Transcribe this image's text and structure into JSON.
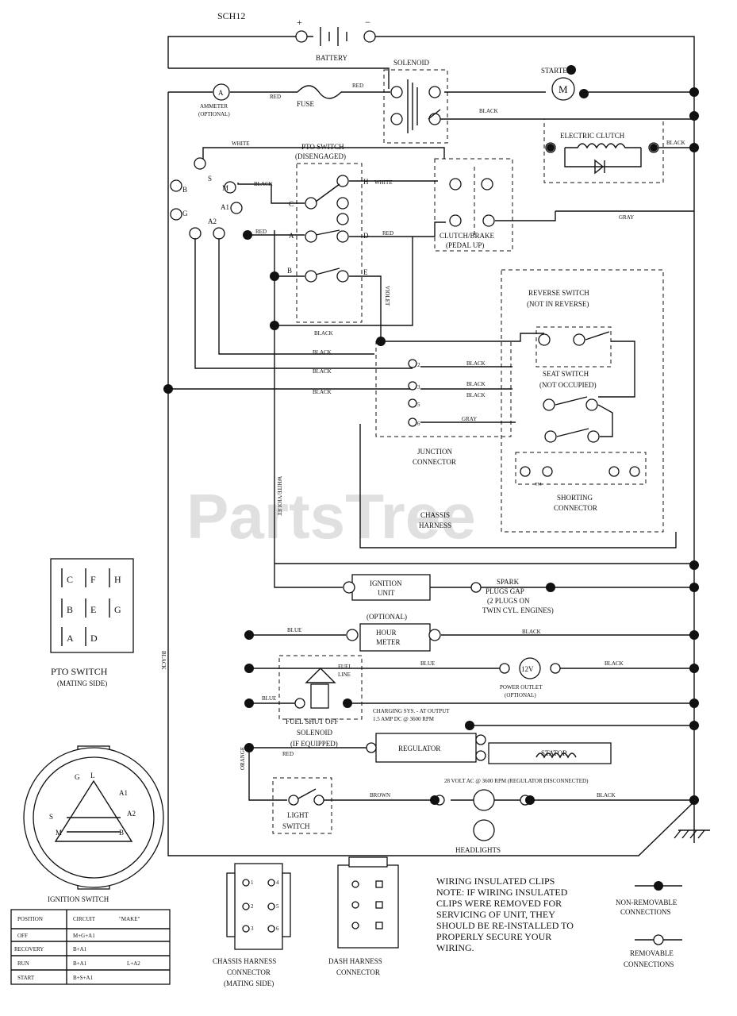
{
  "diagram_id": "SCH12",
  "watermark": "PartsTree",
  "watermark_tm": "™",
  "components": {
    "battery": {
      "label": "BATTERY",
      "plus": "+",
      "minus": "−"
    },
    "solenoid": "SOLENOID",
    "starter": {
      "label": "STARTER",
      "symbol": "M"
    },
    "ammeter": {
      "label": "AMMETER",
      "note": "(OPTIONAL)",
      "symbol": "A"
    },
    "fuse": "FUSE",
    "electric_clutch": "ELECTRIC CLUTCH",
    "pto_switch": {
      "label": "PTO SWITCH",
      "note": "(DISENGAGED)"
    },
    "clutch_brake": {
      "label": "CLUTCH/BRAKE",
      "note": "(PEDAL UP)"
    },
    "reverse_switch": {
      "label": "REVERSE SWITCH",
      "note": "(NOT IN REVERSE)"
    },
    "seat_switch": {
      "label": "SEAT SWITCH",
      "note": "(NOT OCCUPIED)"
    },
    "junction_connector": {
      "line1": "JUNCTION",
      "line2": "CONNECTOR"
    },
    "chassis_harness": {
      "line1": "CHASSIS",
      "line2": "HARNESS"
    },
    "shorting_connector": {
      "line1": "SHORTING",
      "line2": "CONNECTOR"
    },
    "ignition_unit": {
      "line1": "IGNITION",
      "line2": "UNIT"
    },
    "spark_plugs": {
      "line1": "SPARK",
      "line2": "PLUGS GAP",
      "line3": "(2 PLUGS ON",
      "line4": "TWIN CYL. ENGINES)"
    },
    "hour_meter": {
      "note": "(OPTIONAL)",
      "line1": "HOUR",
      "line2": "METER"
    },
    "fuel_line": {
      "line1": "FUEL",
      "line2": "LINE"
    },
    "power_outlet": {
      "symbol": "12V",
      "line1": "POWER OUTLET",
      "line2": "(OPTIONAL)"
    },
    "fuel_shutoff": {
      "line1": "FUEL SHUT OFF",
      "line2": "SOLENOID",
      "line3": "(IF EQUIPPED)"
    },
    "charging": {
      "line1": "CHARGING SYS. - AT OUTPUT",
      "line2": "1.5 AMP DC @ 3600 RPM"
    },
    "regulator": "REGULATOR",
    "stator": "STATOR",
    "volt_ac": "28 VOLT AC @ 3600 RPM (REGULATOR DISCONNECTED)",
    "light_switch": {
      "line1": "LIGHT",
      "line2": "SWITCH"
    },
    "headlights": "HEADLIGHTS",
    "pins_pto": {
      "a": "A",
      "a1": "A1",
      "a2": "A2",
      "b": "B",
      "c": "C",
      "d": "D",
      "e": "E",
      "f": "F",
      "g": "G",
      "h": "H",
      "m": "M",
      "s": "S",
      "pos1": "1",
      "pos2": "2",
      "pos3": "3",
      "pos4": "4",
      "pos5": "5",
      "pos6": "6"
    }
  },
  "wire_colors": {
    "red": "RED",
    "black": "BLACK",
    "white": "WHITE",
    "gray": "GRAY",
    "blue": "BLUE",
    "brown": "BROWN",
    "orange": "ORANGE",
    "violet": "VIOLET",
    "white_violet": "WHITE/VIOLET"
  },
  "pto_mating": {
    "grid": [
      [
        "C",
        "F",
        "H"
      ],
      [
        "B",
        "E",
        "G"
      ],
      [
        "A",
        "D",
        ""
      ]
    ],
    "title": "PTO SWITCH",
    "subtitle": "(MATING SIDE)"
  },
  "ignition_switch": {
    "title": "IGNITION SWITCH",
    "terminals": {
      "g": "G",
      "l": "L",
      "a1": "A1",
      "a2": "A2",
      "s": "S",
      "m": "M",
      "b": "B"
    },
    "table_headers": [
      "POSITION",
      "CIRCUIT",
      "\"MAKE\""
    ],
    "table_rows": [
      [
        "OFF",
        "M+G+A1",
        ""
      ],
      [
        "RECOVERY",
        "B+A1",
        ""
      ],
      [
        "RUN",
        "B+A1",
        "L+A2"
      ],
      [
        "START",
        "B+S+A1",
        ""
      ]
    ]
  },
  "chassis_connector": {
    "line1": "CHASSIS HARNESS",
    "line2": "CONNECTOR",
    "line3": "(MATING SIDE)"
  },
  "dash_connector": {
    "line1": "DASH HARNESS",
    "line2": "CONNECTOR"
  },
  "notes": {
    "line1": "WIRING INSULATED CLIPS",
    "line2": "NOTE: IF WIRING INSULATED",
    "line3": "CLIPS WERE REMOVED FOR",
    "line4": "SERVICING OF UNIT, THEY",
    "line5": "SHOULD BE RE-INSTALLED TO",
    "line6": "PROPERLY SECURE YOUR",
    "line7": "WIRING."
  },
  "legend": {
    "nonremovable_1": "NON-REMOVABLE",
    "nonremovable_2": "CONNECTIONS",
    "removable_1": "REMOVABLE",
    "removable_2": "CONNECTIONS"
  }
}
